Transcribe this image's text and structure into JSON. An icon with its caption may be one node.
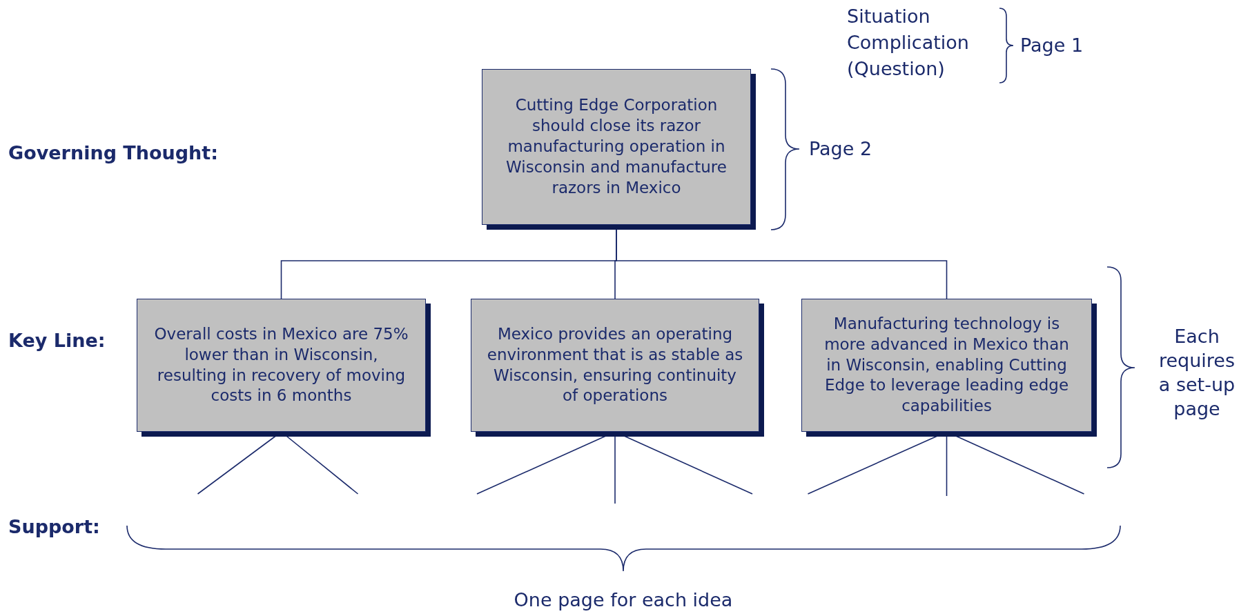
{
  "diagram": {
    "nodes": [
      {
        "text": [
          "Cutting Edge Corporation should close its razor manufacturing operation in Wisconsin and manufacture razors in Mexico"
        ]
      },
      {
        "text": [
          "Overall costs in Mexico are 75% lower than in Wisconsin, resulting in recovery of moving costs in 6 months"
        ]
      },
      {
        "text": [
          "Mexico provides an operating environment that is as stable as Wisconsin, ensuring continuity of operations"
        ]
      },
      {
        "text": [
          "Manufacturing technology is more advanced in Mexico than in Wisconsin, enabling Cutting Edge to leverage leading edge capabilities"
        ]
      }
    ],
    "edges": [
      {
        "from": 0,
        "to": 1,
        "arrow": "none"
      },
      {
        "from": 0,
        "to": 2,
        "arrow": "none"
      },
      {
        "from": 0,
        "to": 3,
        "arrow": "none"
      },
      {
        "from": 1,
        "to": null,
        "arrow": "none"
      },
      {
        "from": 1,
        "to": null,
        "arrow": "none"
      },
      {
        "from": 2,
        "to": null,
        "arrow": "none"
      },
      {
        "from": 2,
        "to": null,
        "arrow": "none"
      },
      {
        "from": 2,
        "to": null,
        "arrow": "none"
      },
      {
        "from": 3,
        "to": null,
        "arrow": "none"
      },
      {
        "from": 3,
        "to": null,
        "arrow": "none"
      },
      {
        "from": 3,
        "to": null,
        "arrow": "none"
      }
    ],
    "labels": [
      "Situation",
      "Complication",
      "(Question)",
      "Page 1",
      "Governing Thought:",
      "Page 2",
      "Key Line:",
      "Each requires a set-up page",
      "Support:",
      "One page for each idea"
    ]
  }
}
